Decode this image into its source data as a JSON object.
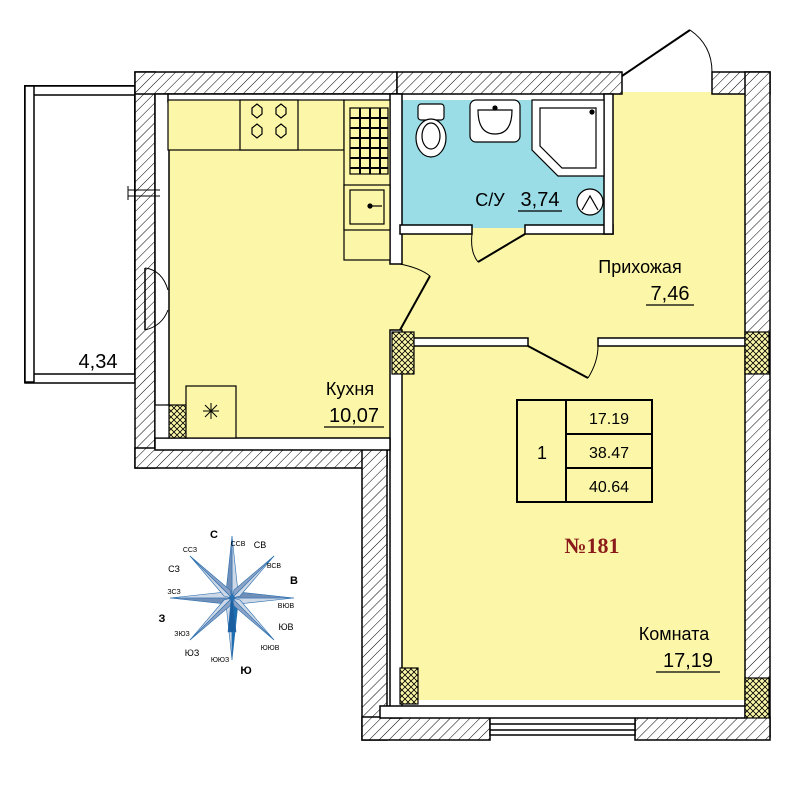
{
  "apartment": {
    "number": "№181",
    "rooms": "1",
    "area_living": "17.19",
    "area_total": "38.47",
    "area_with_balcony": "40.64"
  },
  "rooms": {
    "balcony": {
      "area": "4,34"
    },
    "bathroom": {
      "name": "С/У",
      "area": "3,74"
    },
    "hallway": {
      "name": "Прихожая",
      "area": "7,46"
    },
    "kitchen": {
      "name": "Кухня",
      "area": "10,07"
    },
    "living": {
      "name": "Комната",
      "area": "17,19"
    }
  },
  "compass": {
    "n": "С",
    "ne": "СВ",
    "e": "В",
    "se": "ЮВ",
    "s": "Ю",
    "sw": "ЮЗ",
    "w": "З",
    "nw": "СЗ",
    "nne": "ССВ",
    "ene": "ВСВ",
    "ese": "ВЮВ",
    "sse": "ЮЮВ",
    "ssw": "ЮЮЗ",
    "wsw": "ЗЮЗ",
    "wnw": "ЗСЗ",
    "nnw": "ССЗ"
  },
  "colors": {
    "room_fill": "#fcf7a8",
    "bathroom_fill": "#9bdde6",
    "wall_fill": "#ffffff",
    "wall_stroke": "#000000",
    "apartment_number": "#8B1A1A",
    "compass_blue": "#2a6fb0"
  }
}
